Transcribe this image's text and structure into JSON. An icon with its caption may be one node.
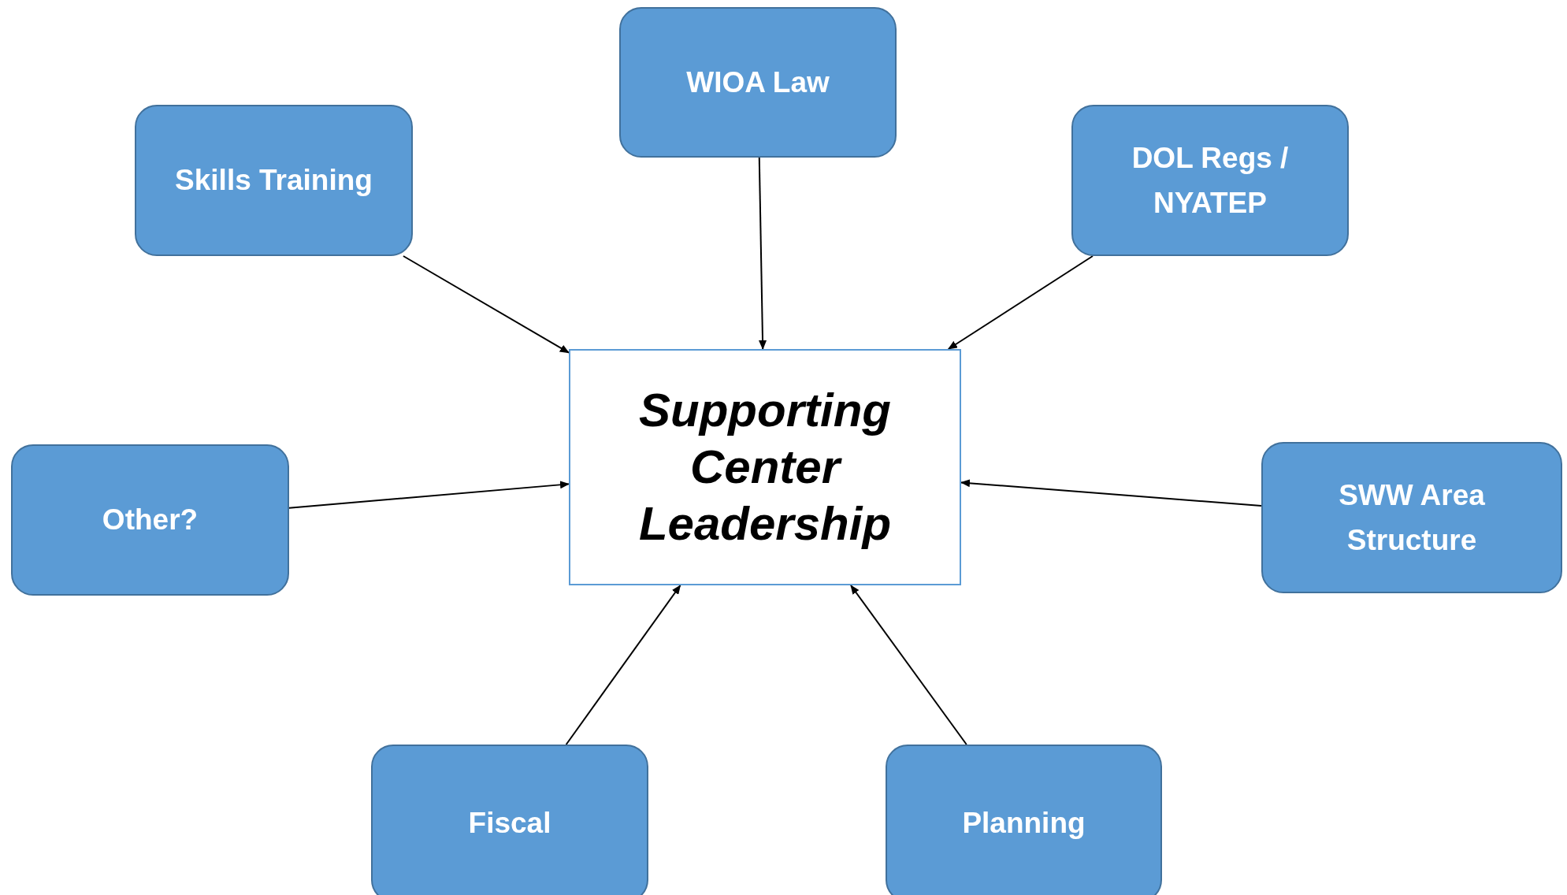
{
  "diagram": {
    "nodes": [
      {
        "text": [
          "WIOA Law"
        ]
      },
      {
        "text": [
          "Skills Training"
        ]
      },
      {
        "text": [
          "DOL Regs / NYATEP"
        ]
      },
      {
        "text": [
          "Other?"
        ]
      },
      {
        "text": [
          "Supporting Center Leadership"
        ]
      },
      {
        "text": [
          "SWW Area Structure"
        ]
      },
      {
        "text": [
          "Fiscal"
        ]
      },
      {
        "text": [
          "Planning"
        ]
      }
    ],
    "edges": [
      {
        "from": 1,
        "to": 4,
        "arrow": "to"
      },
      {
        "from": 0,
        "to": 4,
        "arrow": "to"
      },
      {
        "from": 2,
        "to": 4,
        "arrow": "to"
      },
      {
        "from": 3,
        "to": 4,
        "arrow": "to"
      },
      {
        "from": 5,
        "to": 4,
        "arrow": "to"
      },
      {
        "from": 6,
        "to": 4,
        "arrow": "to"
      },
      {
        "from": 7,
        "to": 4,
        "arrow": "to"
      }
    ]
  }
}
